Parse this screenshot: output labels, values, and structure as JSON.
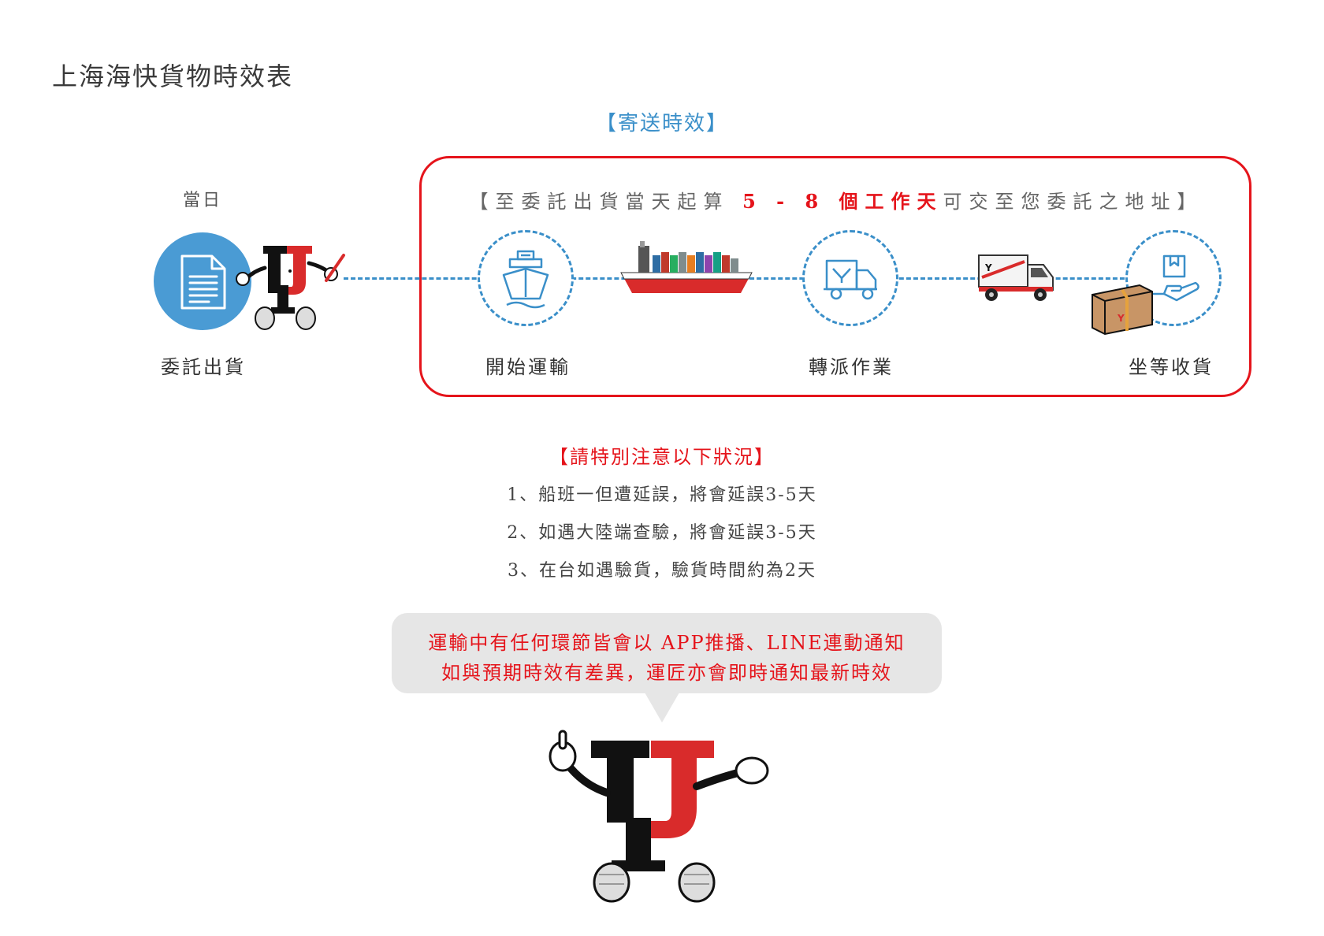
{
  "page_title": "上海海快貨物時效表",
  "section_title": "【寄送時效】",
  "today_label": "當日",
  "timeline_note": {
    "prefix": "【至委託出貨當天起算 ",
    "highlight": "5 - 8 個工作天",
    "suffix": "可交至您委託之地址】"
  },
  "steps": [
    {
      "label": "委託出貨",
      "icon": "document-icon"
    },
    {
      "label": "開始運輸",
      "icon": "ship-icon"
    },
    {
      "label": "轉派作業",
      "icon": "truck-icon"
    },
    {
      "label": "坐等收貨",
      "icon": "hand-box-icon"
    }
  ],
  "notice": {
    "title": "【請特別注意以下狀況】",
    "items": [
      "1、船班一但遭延誤，將會延誤3-5天",
      "2、如遇大陸端查驗，將會延誤3-5天",
      "3、在台如遇驗貨，驗貨時間約為2天"
    ]
  },
  "bubble": {
    "line1": "運輸中有任何環節皆會以 APP推播、LINE連動通知",
    "line2": "如與預期時效有差異，運匠亦會即時通知最新時效"
  },
  "logo_text": "YJ",
  "colors": {
    "accent_blue": "#3a8fc9",
    "accent_red": "#e5141b",
    "mascot_black": "#111111",
    "mascot_red": "#d92b2b",
    "bubble_gray": "#e6e6e6"
  }
}
